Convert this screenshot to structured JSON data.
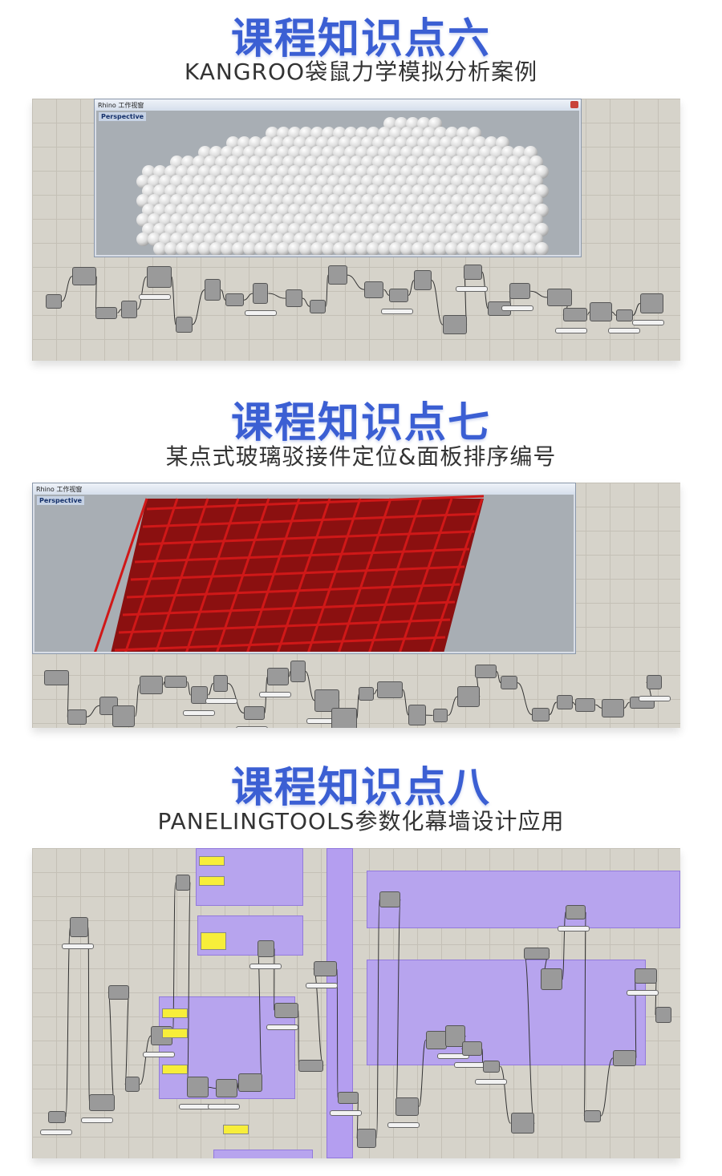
{
  "sections": [
    {
      "title": "课程知识点六",
      "subtitle": "KANGROO袋鼠力学模拟分析案例",
      "window_title": "Rhino 工作视窗",
      "viewport": "Perspective"
    },
    {
      "title": "课程知识点七",
      "subtitle": "某点式玻璃驳接件定位&面板排序编号",
      "window_title": "Rhino 工作视窗",
      "viewport": "Perspective"
    },
    {
      "title": "课程知识点八",
      "subtitle": "PANELINGTOOLS参数化幕墙设计应用"
    }
  ],
  "colors": {
    "title": "#3b5fd3",
    "group_purple": "#b49ef0",
    "panel_red": "#8b1010",
    "canvas": "#d6d3ca"
  }
}
